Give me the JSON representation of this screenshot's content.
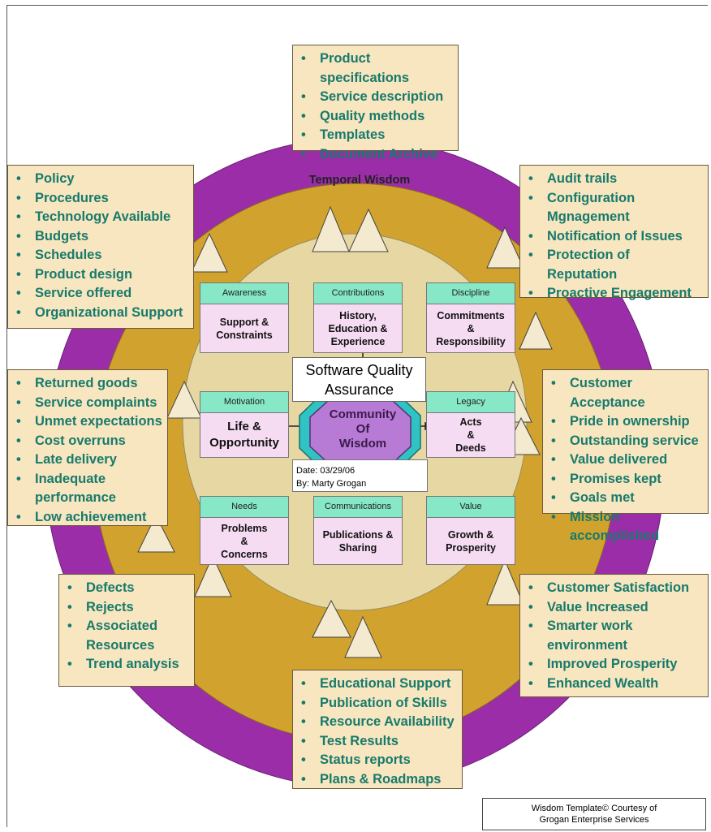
{
  "title_center": "Software Quality Assurance",
  "core": "Community\nOf\nWisdom",
  "ring_label": "Temporal Wisdom",
  "date_line": "Date:  03/29/06",
  "by_line": "By: Marty Grogan",
  "credit": "Wisdom Template© Courtesy of\nGrogan Enterprise Services",
  "colors": {
    "outer_ring": "#9b2ea8",
    "middle_ring": "#d1a32e",
    "inner_disk": "#e7d7a2",
    "callout_bg": "#f7e6bf",
    "callout_text": "#177a6c",
    "card_header": "#86e8c6",
    "card_body": "#f6dcf2",
    "core": "#b77bd6",
    "core_ring": "#2fc3c3"
  },
  "cards": {
    "awareness": {
      "header": "Awareness",
      "body": "Support &\nConstraints"
    },
    "contributions": {
      "header": "Contributions",
      "body": "History,\nEducation &\nExperience"
    },
    "discipline": {
      "header": "Discipline",
      "body": "Commitments\n&\nResponsibility"
    },
    "motivation": {
      "header": "Motivation",
      "body": "Life &\nOpportunity"
    },
    "legacy": {
      "header": "Legacy",
      "body": "Acts\n&\nDeeds"
    },
    "needs": {
      "header": "Needs",
      "body": "Problems\n&\nConcerns"
    },
    "communications": {
      "header": "Communications",
      "body": "Publications &\nSharing"
    },
    "value": {
      "header": "Value",
      "body": "Growth &\nProsperity"
    }
  },
  "callouts": {
    "top": [
      "Product specifications",
      "Service description",
      "Quality methods",
      "Templates",
      "Document Archive"
    ],
    "upper_left": [
      "Policy",
      "Procedures",
      "Technology Available",
      "Budgets",
      "Schedules",
      "Product design",
      "Service offered",
      "Organizational Support"
    ],
    "upper_right": [
      "Audit trails",
      "Configuration\nMgnagement",
      "Notification of Issues",
      "Protection of Reputation",
      "Proactive Engagement"
    ],
    "mid_left": [
      "Returned goods",
      "Service complaints",
      "Unmet expectations",
      "Cost overruns",
      "Late delivery",
      "Inadequate\nperformance",
      "Low achievement"
    ],
    "mid_right": [
      "Customer Acceptance",
      "Pride in ownership",
      "Outstanding service",
      "Value delivered",
      "Promises kept",
      "Goals met",
      "Mission accomplished"
    ],
    "lower_left": [
      "Defects",
      "Rejects",
      "Associated\nResources",
      "Trend analysis"
    ],
    "lower_right": [
      "Customer Satisfaction",
      "Value Increased",
      "Smarter work\nenvironment",
      "Improved Prosperity",
      "Enhanced Wealth"
    ],
    "bottom": [
      "Educational Support",
      "Publication of Skills",
      "Resource Availability",
      "Test Results",
      "Status reports",
      "Plans & Roadmaps"
    ]
  }
}
